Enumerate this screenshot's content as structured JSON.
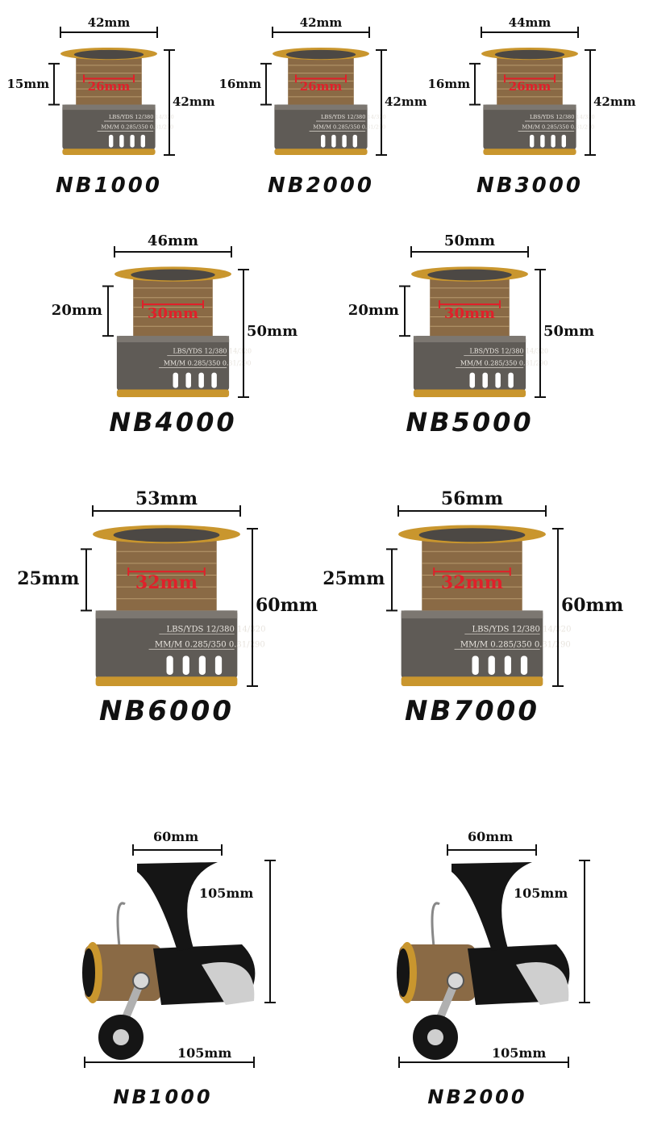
{
  "spools": [
    {
      "model": "NB1000",
      "width": "42mm",
      "depth": "15mm",
      "height": "42mm",
      "inner": "26mm"
    },
    {
      "model": "NB2000",
      "width": "42mm",
      "depth": "16mm",
      "height": "42mm",
      "inner": "26mm"
    },
    {
      "model": "NB3000",
      "width": "44mm",
      "depth": "16mm",
      "height": "42mm",
      "inner": "26mm"
    },
    {
      "model": "NB4000",
      "width": "46mm",
      "depth": "20mm",
      "height": "50mm",
      "inner": "30mm"
    },
    {
      "model": "NB5000",
      "width": "50mm",
      "depth": "20mm",
      "height": "50mm",
      "inner": "30mm"
    },
    {
      "model": "NB6000",
      "width": "53mm",
      "depth": "25mm",
      "height": "60mm",
      "inner": "32mm"
    },
    {
      "model": "NB7000",
      "width": "56mm",
      "depth": "25mm",
      "height": "60mm",
      "inner": "32mm"
    }
  ],
  "spool_label": {
    "line1": "LBS/YDS 12/380 14/320",
    "line2": "MM/M 0.285/350 0.31/290"
  },
  "reels": [
    {
      "model": "NB1000",
      "top": "60mm",
      "height": "105mm",
      "bottom": "105mm"
    },
    {
      "model": "NB2000",
      "top": "60mm",
      "height": "105mm",
      "bottom": "105mm"
    }
  ],
  "colors": {
    "gold": "#c9962e",
    "gunmetal": "#6b6660",
    "measure_red": "#e0202a",
    "reel_black": "#151515"
  }
}
